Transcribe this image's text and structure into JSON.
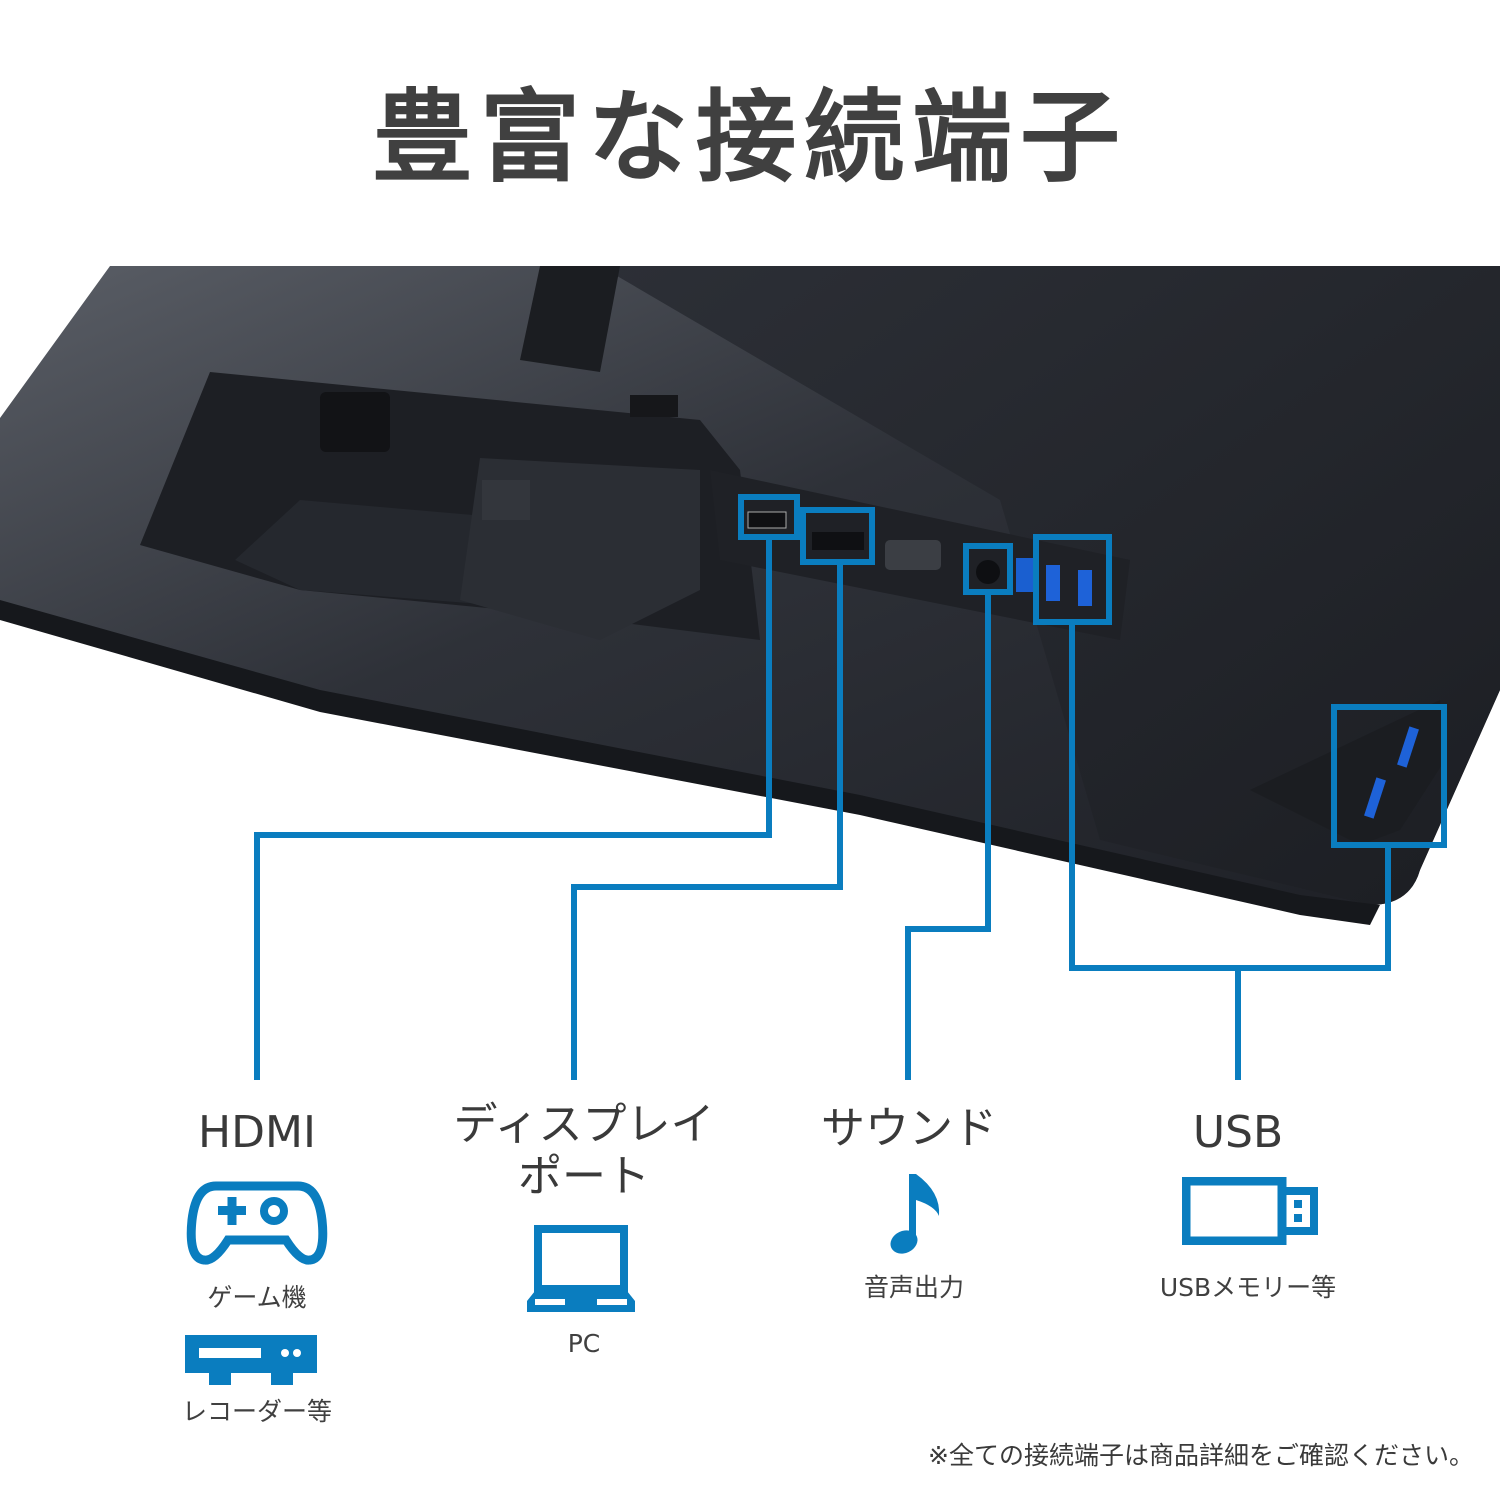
{
  "title": "豊富な接続端子",
  "accent_color": "#0a7dbf",
  "connectors": [
    {
      "id": "hdmi",
      "label": "HDMI",
      "uses": [
        {
          "icon": "game-controller-icon",
          "caption": "ゲーム機"
        },
        {
          "icon": "recorder-icon",
          "caption": "レコーダー等"
        }
      ]
    },
    {
      "id": "displayport",
      "label_line1": "ディスプレイ",
      "label_line2": "ポート",
      "uses": [
        {
          "icon": "laptop-icon",
          "caption": "PC"
        }
      ]
    },
    {
      "id": "sound",
      "label": "サウンド",
      "uses": [
        {
          "icon": "music-note-icon",
          "caption": "音声出力"
        }
      ]
    },
    {
      "id": "usb",
      "label": "USB",
      "uses": [
        {
          "icon": "usb-stick-icon",
          "caption": "USBメモリー等"
        }
      ]
    }
  ],
  "footnote": "※全ての接続端子は商品詳細をご確認ください。"
}
